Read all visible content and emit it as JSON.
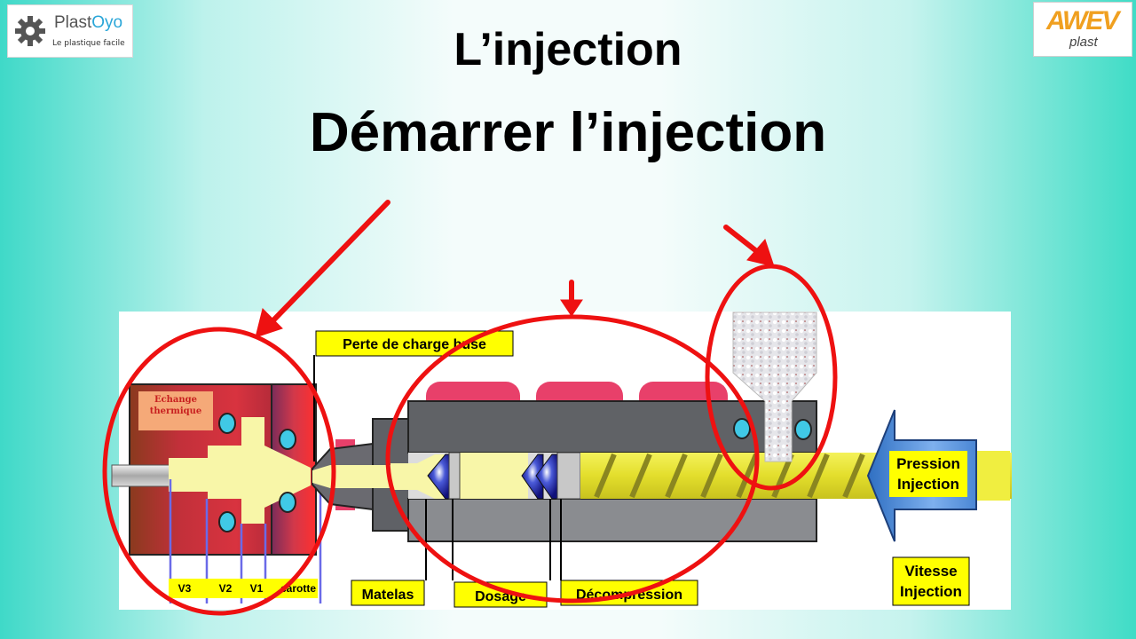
{
  "header": {
    "logo_left_name": "Plast",
    "logo_left_name_accent": "Oyo",
    "logo_left_tagline": "Le plastique facile",
    "logo_right_mark": "AWEV",
    "logo_right_text": "plast"
  },
  "title": "L’injection",
  "subtitle": "Démarrer l’injection",
  "diagram": {
    "labels": {
      "perte_de_charge": "Perte de charge buse",
      "echange_line1": "Echange",
      "echange_line2": "thermique",
      "v3": "V3",
      "v2": "V2",
      "v1": "V1",
      "carotte": "carotte",
      "matelas": "Matelas",
      "dosage": "Dosage",
      "decompression": "Décompression",
      "pression_line1": "Pression",
      "pression_line2": "Injection",
      "vitesse_line1": "Vitesse",
      "vitesse_line2": "Injection"
    },
    "colors": {
      "mold_red": "#c8323a",
      "barrel_gray": "#5d5f63",
      "heater_pink": "#e8406a",
      "melt_yellow": "#f8f6a8",
      "screw_yellow": "#e6e23a",
      "label_yellow": "#ffff00",
      "highlight_red": "#ee1111",
      "arrow_blue": "#4a86d4"
    }
  }
}
